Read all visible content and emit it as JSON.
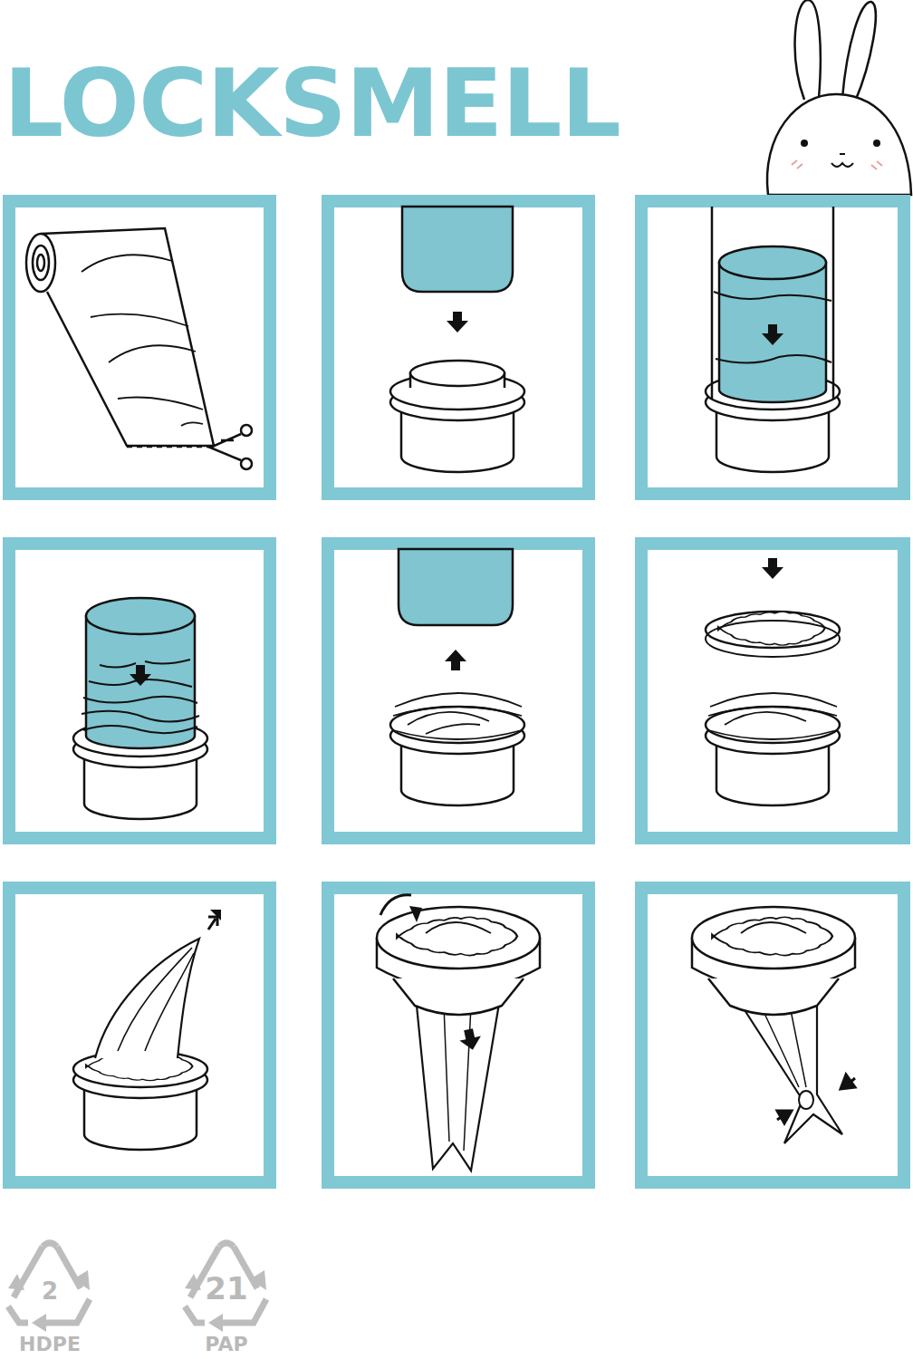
{
  "diagram": {
    "title": "LOCKSMELL",
    "labels": [
      "2",
      "HDPE",
      "21",
      "PAP"
    ]
  }
}
